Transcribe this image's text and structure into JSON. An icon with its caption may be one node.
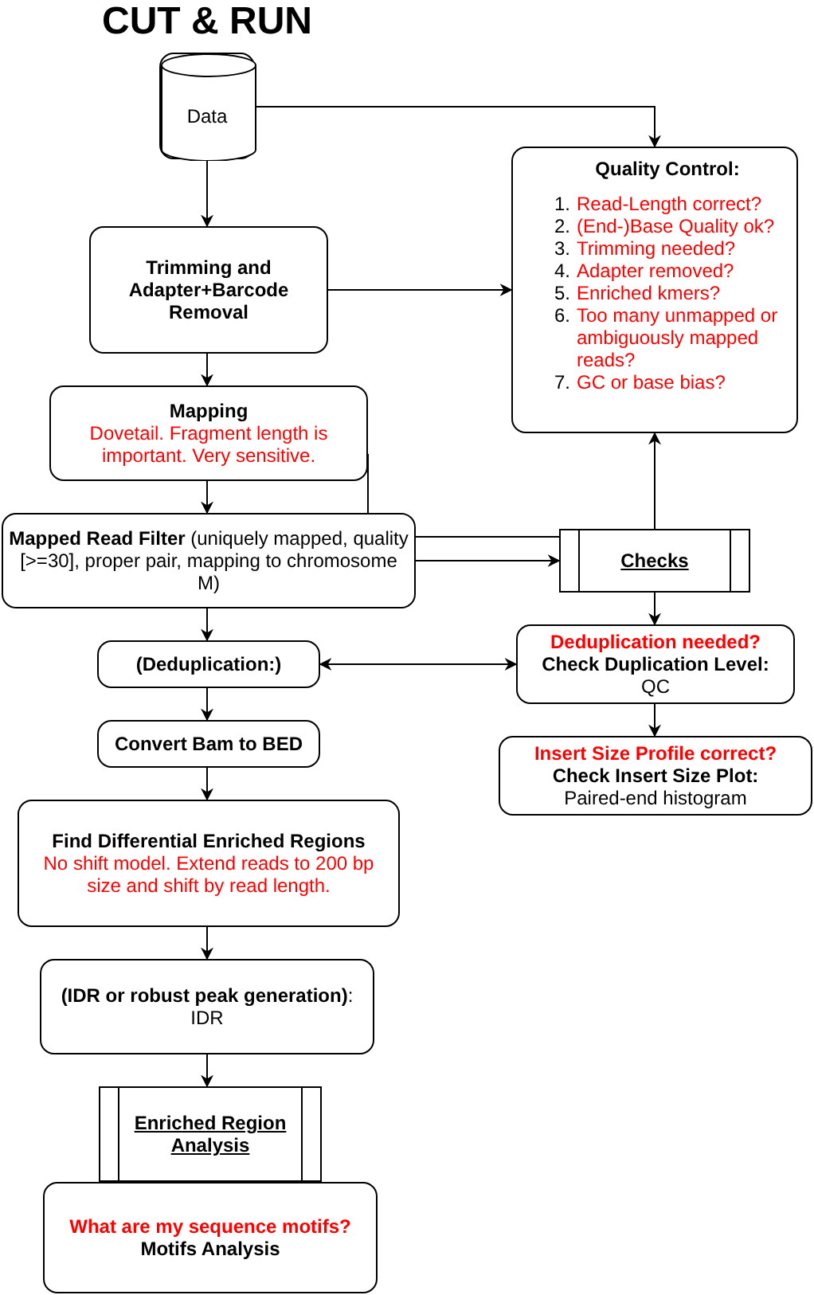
{
  "diagram": {
    "title": "CUT & RUN",
    "nodes": [
      {
        "text": [
          "Data"
        ]
      },
      {
        "text": [
          "Trimming and Adapter+Barcode Removal"
        ]
      },
      {
        "text": [
          "Mapping",
          "Dovetail. Fragment length is important. Very sensitive."
        ]
      },
      {
        "text": [
          "**Mapped Read Filter** (uniquely mapped, quality [>=30], proper pair, mapping to chromosome M)"
        ]
      },
      {
        "text": [
          "Checks"
        ]
      },
      {
        "text": [
          "Quality Control:",
          "1. Read-Length correct?",
          "2. (End-)Base Quality ok?",
          "3. Trimming needed?",
          "4. Adapter removed?",
          "5. Enriched kmers?",
          "6. Too many unmapped or ambiguously mapped reads?",
          "7. GC or base bias?"
        ]
      },
      {
        "text": [
          "(Deduplication:)"
        ]
      },
      {
        "text": [
          "Deduplication needed?",
          "Check Duplication Level:",
          "QC"
        ]
      },
      {
        "text": [
          "Convert Bam to BED"
        ]
      },
      {
        "text": [
          "Insert Size Profile correct?",
          "Check Insert Size Plot:",
          "Paired-end histogram"
        ]
      },
      {
        "text": [
          "Find Differential Enriched Regions",
          "No shift model. Extend reads to 200 bp size and shift by read length."
        ]
      },
      {
        "text": [
          "**(IDR or robust peak generation)**:",
          "IDR"
        ]
      },
      {
        "text": [
          "Enriched Region Analysis"
        ]
      },
      {
        "text": [
          "What are my sequence motifs?",
          "Motifs Analysis"
        ]
      }
    ],
    "edges": [
      {
        "from": 0,
        "to": 5,
        "arrow": "to"
      },
      {
        "from": 0,
        "to": 1,
        "arrow": "to"
      },
      {
        "from": 1,
        "to": 5,
        "arrow": "to"
      },
      {
        "from": 1,
        "to": 2,
        "arrow": "to"
      },
      {
        "from": 2,
        "to": 3,
        "arrow": "to"
      },
      {
        "from": 2,
        "to": 3,
        "arrow": "none"
      },
      {
        "from": 3,
        "to": 4,
        "arrow": "to"
      },
      {
        "from": 3,
        "to": 6,
        "arrow": "to"
      },
      {
        "from": 4,
        "to": 5,
        "arrow": "to"
      },
      {
        "from": 4,
        "to": 7,
        "arrow": "to"
      },
      {
        "from": 6,
        "to": 7,
        "arrow": "both"
      },
      {
        "from": 6,
        "to": 8,
        "arrow": "to"
      },
      {
        "from": 7,
        "to": 9,
        "arrow": "to"
      },
      {
        "from": 8,
        "to": 10,
        "arrow": "to"
      },
      {
        "from": 10,
        "to": 11,
        "arrow": "to"
      },
      {
        "from": 11,
        "to": 12,
        "arrow": "to"
      },
      {
        "from": 3,
        "to": 4,
        "arrow": "none"
      }
    ]
  }
}
